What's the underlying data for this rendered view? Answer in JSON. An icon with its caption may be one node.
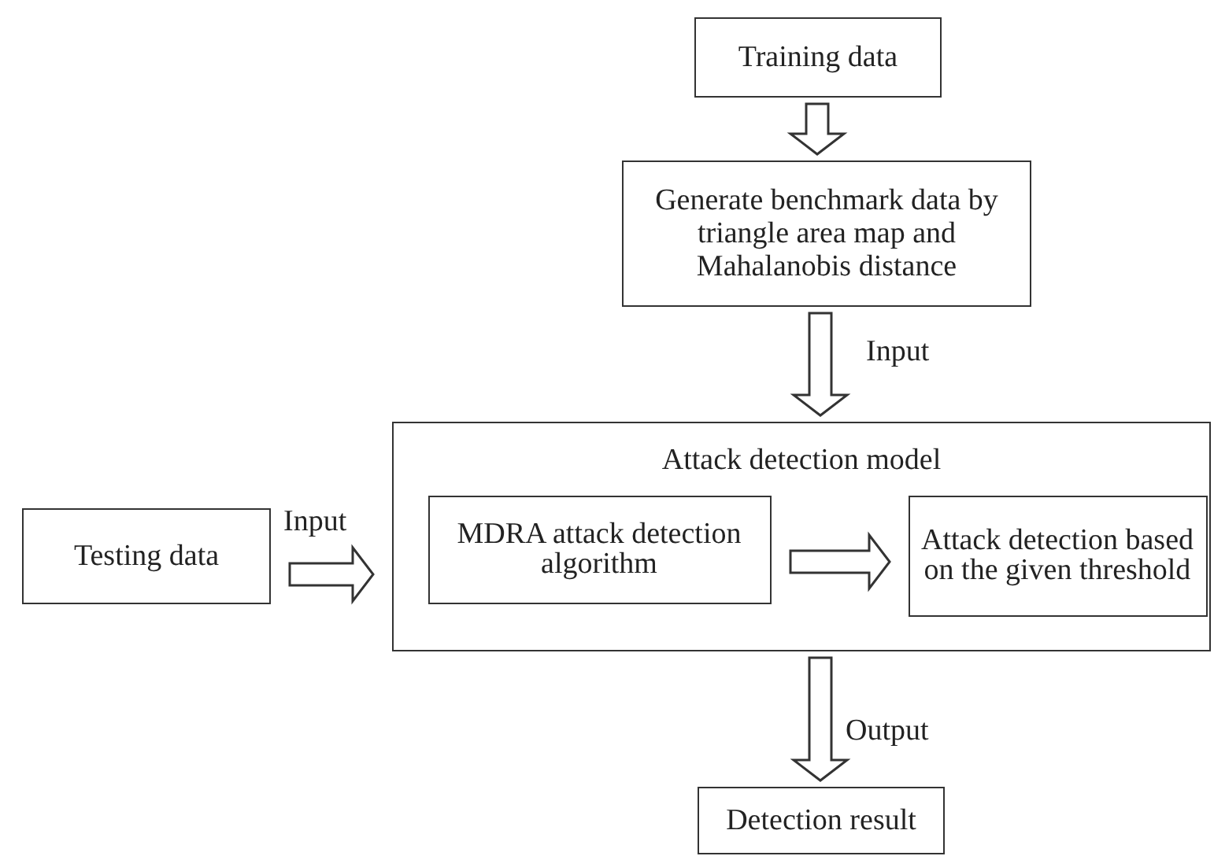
{
  "diagram": {
    "nodes": [
      {
        "text": [
          "Training data"
        ]
      },
      {
        "text": [
          "Generate benchmark data by triangle area map and Mahalanobis distance"
        ]
      },
      {
        "text": [
          "Attack detection model"
        ]
      },
      {
        "text": [
          "Testing data"
        ]
      },
      {
        "text": [
          "MDRA attack detection algorithm"
        ],
        "in": 2
      },
      {
        "text": [
          "Attack detection based on the given threshold"
        ],
        "in": 2
      },
      {
        "text": [
          "Detection result"
        ]
      }
    ],
    "edges": [
      {
        "from": 0,
        "to": 1,
        "arrow": "to"
      },
      {
        "from": 1,
        "to": 2,
        "arrow": "to",
        "label": "Input"
      },
      {
        "from": 3,
        "to": 2,
        "arrow": "to",
        "label": "Input"
      },
      {
        "from": 4,
        "to": 5,
        "arrow": "to"
      },
      {
        "from": 2,
        "to": 6,
        "arrow": "to",
        "label": "Output"
      }
    ]
  }
}
